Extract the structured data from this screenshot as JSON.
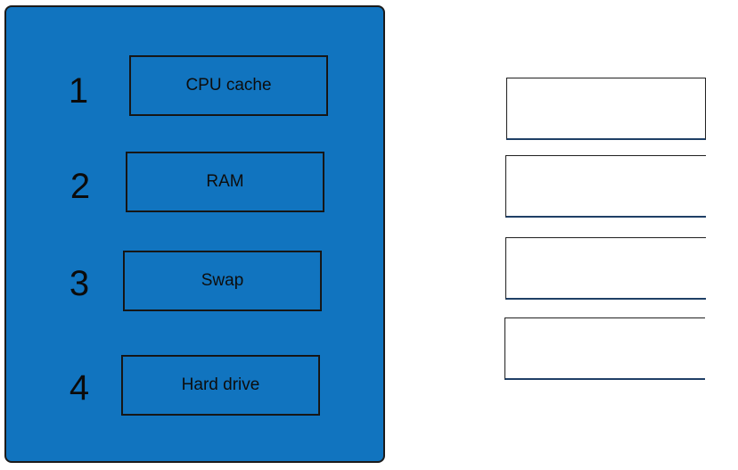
{
  "levels": [
    {
      "number": "1",
      "label": "CPU cache"
    },
    {
      "number": "2",
      "label": "RAM"
    },
    {
      "number": "3",
      "label": "Swap"
    },
    {
      "number": "4",
      "label": "Hard drive"
    }
  ],
  "colors": {
    "panel": "#1174bf",
    "border": "#1b1b1b",
    "slot": "#ffffff"
  }
}
